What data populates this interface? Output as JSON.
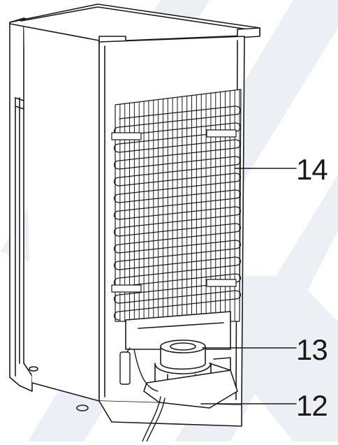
{
  "callouts": {
    "condenser": "14",
    "compressor": "13",
    "base_bracket": "12"
  },
  "colors": {
    "outline": "#1a1a1a",
    "watermark": "#dde4ee",
    "background": "#ffffff"
  }
}
